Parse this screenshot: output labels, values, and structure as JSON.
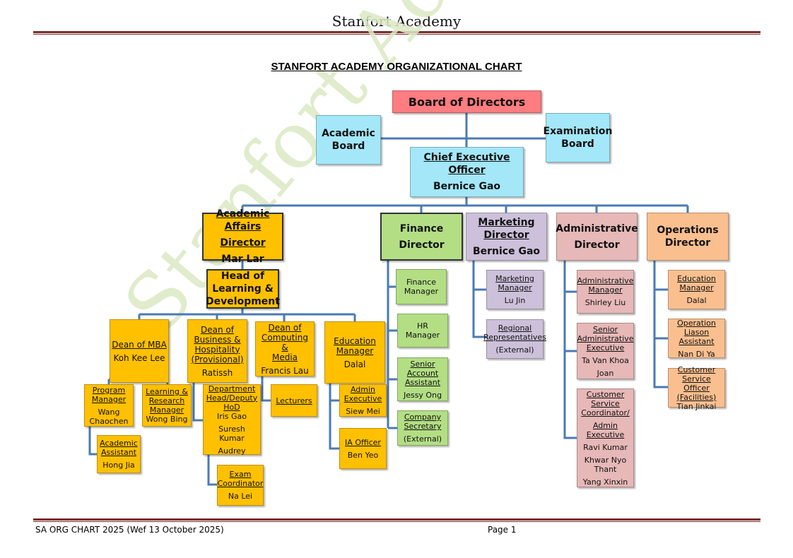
{
  "header": {
    "title": "Stanfort Academy"
  },
  "watermark": "Stanfort Academy",
  "page_title": "STANFORT ACADEMY ORGANIZATIONAL CHART",
  "footer": {
    "left": "SA ORG CHART 2025 (Wef 13 October 2025)",
    "right": "Page 1"
  },
  "colors": {
    "board": "#ff7c80",
    "cyan": "#a3e7f9",
    "academic": "#ffc000",
    "finance": "#b3de84",
    "marketing": "#ccc0da",
    "admin": "#e6b8b7",
    "operations": "#fabf8f",
    "connector": "#4a7ab5",
    "rule": "#7b2c2c"
  },
  "boxes": [
    {
      "id": "board",
      "color": "board",
      "cls": "board",
      "lines": [
        {
          "t": "Board of Directors"
        }
      ]
    },
    {
      "id": "academic_board",
      "color": "cyan",
      "cls": "big",
      "lines": [
        {
          "t": "Academic"
        },
        {
          "t": "Board"
        }
      ]
    },
    {
      "id": "exam_board",
      "color": "cyan",
      "cls": "big",
      "lines": [
        {
          "t": "Examination"
        },
        {
          "t": "Board"
        }
      ]
    },
    {
      "id": "ceo",
      "color": "cyan",
      "cls": "big",
      "lines": [
        {
          "t": "Chief Executive Officer",
          "u": 1
        },
        {
          "t": "Bernice Gao",
          "g": 1
        }
      ]
    },
    {
      "id": "aad",
      "color": "academic",
      "cls": "big dark",
      "lines": [
        {
          "t": "Academic Affairs",
          "u": 1
        },
        {
          "t": "Director",
          "u": 1,
          "g": 1
        },
        {
          "t": "Mar Lar",
          "g": 1
        }
      ]
    },
    {
      "id": "finance",
      "color": "finance",
      "cls": "big dark",
      "lines": [
        {
          "t": "Finance"
        },
        {
          "t": "Director",
          "g": 1
        }
      ]
    },
    {
      "id": "marketing",
      "color": "marketing",
      "cls": "big",
      "lines": [
        {
          "t": "Marketing",
          "u": 1
        },
        {
          "t": "Director",
          "u": 1
        },
        {
          "t": "Bernice Gao",
          "g": 1
        }
      ]
    },
    {
      "id": "admin",
      "color": "admin",
      "cls": "big",
      "lines": [
        {
          "t": "Administrative"
        },
        {
          "t": "Director",
          "g": 1
        }
      ]
    },
    {
      "id": "ops",
      "color": "operations",
      "cls": "big",
      "lines": [
        {
          "t": "Operations"
        },
        {
          "t": "Director"
        }
      ]
    },
    {
      "id": "hold",
      "color": "academic",
      "cls": "big dark",
      "lines": [
        {
          "t": "Head of"
        },
        {
          "t": "Learning &"
        },
        {
          "t": "Development"
        }
      ]
    },
    {
      "id": "dean_mba",
      "color": "academic",
      "cls": "mid",
      "lines": [
        {
          "t": "Dean of MBA",
          "u": 1
        },
        {
          "t": "Koh Kee Lee",
          "g": 1
        }
      ]
    },
    {
      "id": "dean_bh",
      "color": "academic",
      "cls": "mid",
      "lines": [
        {
          "t": "Dean of",
          "u": 1
        },
        {
          "t": "Business &",
          "u": 1
        },
        {
          "t": "Hospitality",
          "u": 1
        },
        {
          "t": "(Provisional)",
          "u": 1
        },
        {
          "t": "Ratissh",
          "g": 1
        }
      ]
    },
    {
      "id": "dean_cm",
      "color": "academic",
      "cls": "mid",
      "lines": [
        {
          "t": "Dean of",
          "u": 1
        },
        {
          "t": "Computing &",
          "u": 1
        },
        {
          "t": "Media",
          "u": 1
        },
        {
          "t": "Francis Lau",
          "g": 1
        }
      ]
    },
    {
      "id": "edu_mgr",
      "color": "academic",
      "cls": "mid",
      "lines": [
        {
          "t": "Education",
          "u": 1
        },
        {
          "t": "Manager",
          "u": 1
        },
        {
          "t": "Dalal",
          "g": 1
        }
      ]
    },
    {
      "id": "prog_mgr",
      "color": "academic",
      "lines": [
        {
          "t": "Program",
          "u": 1
        },
        {
          "t": "Manager",
          "u": 1
        },
        {
          "t": "Wang",
          "g": 1
        },
        {
          "t": "Chaochen"
        }
      ]
    },
    {
      "id": "lrm",
      "color": "academic",
      "lines": [
        {
          "t": "Learning &",
          "u": 1
        },
        {
          "t": "Research",
          "u": 1
        },
        {
          "t": "Manager",
          "u": 1
        },
        {
          "t": "Wong Bing"
        }
      ]
    },
    {
      "id": "acad_asst",
      "color": "academic",
      "lines": [
        {
          "t": "Academic",
          "u": 1
        },
        {
          "t": "Assistant",
          "u": 1
        },
        {
          "t": "Hong Jia",
          "g": 1
        }
      ]
    },
    {
      "id": "dept_head",
      "color": "academic",
      "lines": [
        {
          "t": "Department",
          "u": 1
        },
        {
          "t": "Head/Deputy",
          "u": 1
        },
        {
          "t": "HoD",
          "u": 1
        },
        {
          "t": "Iris Gao"
        },
        {
          "t": "Suresh Kumar",
          "g": 1
        },
        {
          "t": "Audrey",
          "g": 1
        }
      ]
    },
    {
      "id": "exam_coord",
      "color": "academic",
      "lines": [
        {
          "t": "Exam",
          "u": 1
        },
        {
          "t": "Coordinator",
          "u": 1
        },
        {
          "t": "Na Lei",
          "g": 1
        }
      ]
    },
    {
      "id": "lecturers",
      "color": "academic",
      "lines": [
        {
          "t": "Lecturers",
          "u": 1
        }
      ]
    },
    {
      "id": "admin_exec",
      "color": "academic",
      "lines": [
        {
          "t": "Admin",
          "u": 1
        },
        {
          "t": "Executive",
          "u": 1
        },
        {
          "t": "Siew Mei",
          "g": 1
        }
      ]
    },
    {
      "id": "ia_officer",
      "color": "academic",
      "lines": [
        {
          "t": "IA Officer",
          "u": 1
        },
        {
          "t": "Ben Yeo",
          "g": 1
        }
      ]
    },
    {
      "id": "fin_mgr",
      "color": "finance",
      "lines": [
        {
          "t": "Finance"
        },
        {
          "t": "Manager"
        }
      ]
    },
    {
      "id": "hr_mgr",
      "color": "finance",
      "lines": [
        {
          "t": "HR Manager"
        }
      ]
    },
    {
      "id": "sr_acc",
      "color": "finance",
      "lines": [
        {
          "t": "Senior",
          "u": 1
        },
        {
          "t": "Account",
          "u": 1
        },
        {
          "t": "Assistant",
          "u": 1
        },
        {
          "t": "Jessy Ong",
          "g": 1
        }
      ]
    },
    {
      "id": "co_sec",
      "color": "finance",
      "lines": [
        {
          "t": "Company",
          "u": 1
        },
        {
          "t": "Secretary",
          "u": 1
        },
        {
          "t": "(External)",
          "g": 1
        }
      ]
    },
    {
      "id": "mkt_mgr",
      "color": "marketing",
      "lines": [
        {
          "t": "Marketing",
          "u": 1
        },
        {
          "t": "Manager",
          "u": 1
        },
        {
          "t": "Lu Jin",
          "g": 1
        }
      ]
    },
    {
      "id": "regional",
      "color": "marketing",
      "lines": [
        {
          "t": "Regional",
          "u": 1
        },
        {
          "t": "Representatives",
          "u": 1
        },
        {
          "t": "(External)",
          "g": 1
        }
      ]
    },
    {
      "id": "adm_mgr",
      "color": "admin",
      "lines": [
        {
          "t": "Administrative",
          "u": 1
        },
        {
          "t": "Manager",
          "u": 1
        },
        {
          "t": "Shirley Liu",
          "g": 1
        }
      ]
    },
    {
      "id": "sr_adm",
      "color": "admin",
      "lines": [
        {
          "t": "Senior",
          "u": 1
        },
        {
          "t": "Administrative",
          "u": 1
        },
        {
          "t": "Executive",
          "u": 1
        },
        {
          "t": "Ta Van Khoa",
          "g": 1
        },
        {
          "t": "Joan",
          "g": 1
        }
      ]
    },
    {
      "id": "csc",
      "color": "admin",
      "lines": [
        {
          "t": "Customer",
          "u": 1
        },
        {
          "t": "Service",
          "u": 1
        },
        {
          "t": "Coordinator/",
          "u": 1
        },
        {
          "t": "Admin",
          "u": 1,
          "g": 1
        },
        {
          "t": "Executive",
          "u": 1
        },
        {
          "t": "Ravi Kumar",
          "g": 1
        },
        {
          "t": "Khwar Nyo",
          "g": 1
        },
        {
          "t": "Thant"
        },
        {
          "t": "Yang Xinxin",
          "g": 1
        }
      ]
    },
    {
      "id": "ops_edu",
      "color": "operations",
      "lines": [
        {
          "t": "Education",
          "u": 1
        },
        {
          "t": "Manager",
          "u": 1
        },
        {
          "t": "Dalal",
          "g": 1
        }
      ]
    },
    {
      "id": "ops_ola",
      "color": "operations",
      "lines": [
        {
          "t": "Operation",
          "u": 1
        },
        {
          "t": "Liason Assistant",
          "u": 1
        },
        {
          "t": "Nan Di Ya",
          "g": 1
        }
      ]
    },
    {
      "id": "ops_cso",
      "color": "operations",
      "lines": [
        {
          "t": "Customer",
          "u": 1
        },
        {
          "t": "Service Officer",
          "u": 1
        },
        {
          "t": "(Facilities)",
          "u": 1
        },
        {
          "t": "Tian Jinkai"
        }
      ]
    }
  ]
}
